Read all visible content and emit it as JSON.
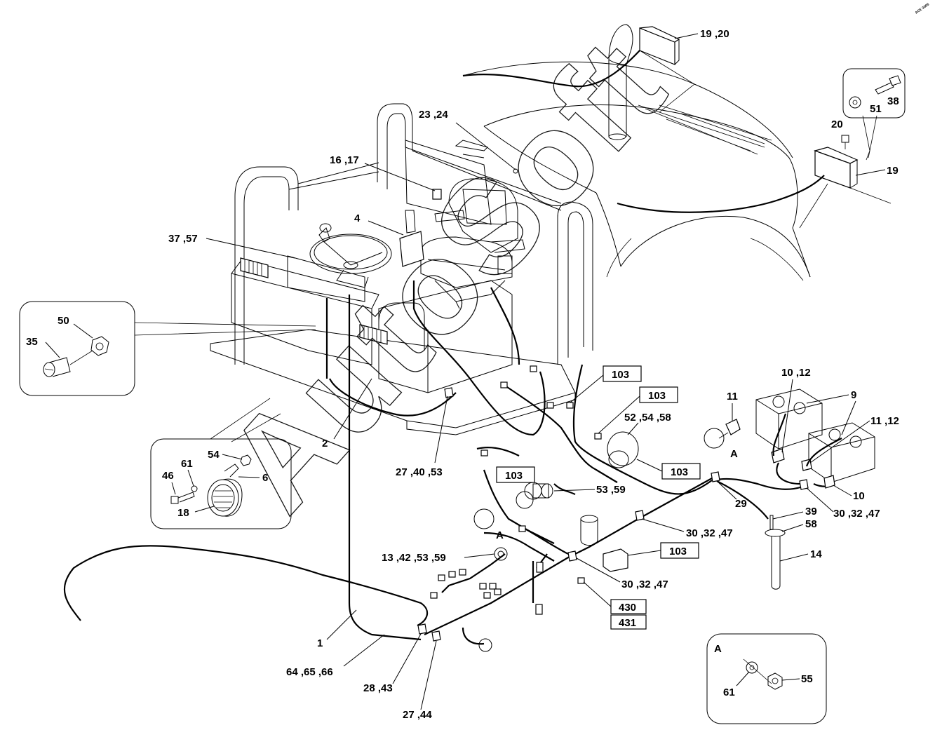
{
  "corner_mark": "ACE 2005",
  "watermark": "AutoSoft",
  "labels": {
    "l_19_20": "19 ,20",
    "l_38": "38",
    "l_51": "51",
    "l_20": "20",
    "l_19": "19",
    "l_23_24": "23 ,24",
    "l_16_17": "16 ,17",
    "l_4": "4",
    "l_37_57": "37 ,57",
    "l_50": "50",
    "l_35": "35",
    "l_2": "2",
    "l_27_40_53": "27 ,40 ,53",
    "l_54": "54",
    "l_61a": "61",
    "l_46": "46",
    "l_6": "6",
    "l_18": "18",
    "l_103a": "103",
    "l_103b": "103",
    "l_52_54_58": "52 ,54 ,58",
    "l_103c": "103",
    "l_11": "11",
    "l_A1": "A",
    "l_10_12": "10 ,12",
    "l_9": "9",
    "l_11_12": "11 ,12",
    "l_103d": "103",
    "l_53_59": "53 ,59",
    "l_29": "29",
    "l_10": "10",
    "l_30_32_47a": "30 ,32 ,47",
    "l_39": "39",
    "l_58": "58",
    "l_30_32_47b": "30 ,32 ,47",
    "l_A2": "A",
    "l_13_42_53_59": "13 ,42 ,53 ,59",
    "l_103e": "103",
    "l_14": "14",
    "l_30_32_47c": "30 ,32 ,47",
    "l_430": "430",
    "l_431": "431",
    "l_1": "1",
    "l_64_65_66": "64 ,65 ,66",
    "l_28_43": "28 ,43",
    "l_27_44": "27 ,44",
    "l_A3": "A",
    "l_55": "55",
    "l_61b": "61"
  }
}
